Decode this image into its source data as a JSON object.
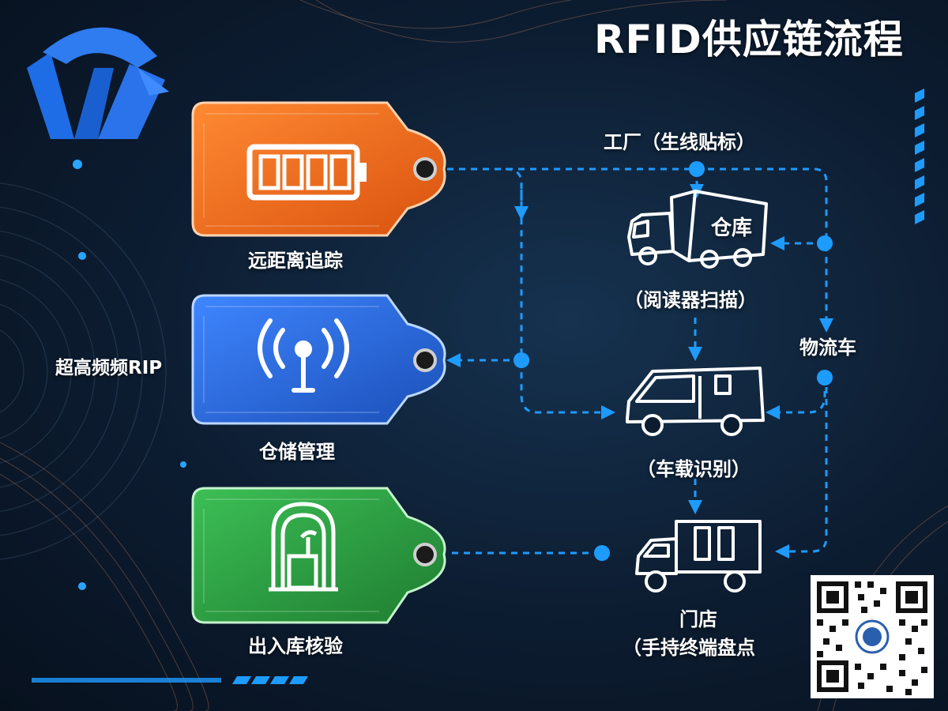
{
  "title": "RFID供应链流程",
  "tags": [
    {
      "label": "远距离追踪",
      "icon": "battery-icon",
      "color": "#e8661c"
    },
    {
      "label": "仓储管理",
      "icon": "signal-antenna-icon",
      "color": "#2a67d6"
    },
    {
      "label": "出入库核验",
      "icon": "gate-scanner-icon",
      "color": "#2c9a3e"
    }
  ],
  "side_label": "超高频频RIP",
  "flow": {
    "factory": "工厂（生线贴标）",
    "warehouse_sign": "仓库",
    "warehouse_caption": "（阅读器扫描）",
    "vehicle_caption": "（车载识别）",
    "store_line1": "门店",
    "store_line2": "（手持终端盘点",
    "logistics": "物流车"
  },
  "colors": {
    "accent": "#1e9bff",
    "logo": "#1f6de6"
  },
  "logo_icon": "brand-logo-icon",
  "qr_icon": "qr-code-icon"
}
